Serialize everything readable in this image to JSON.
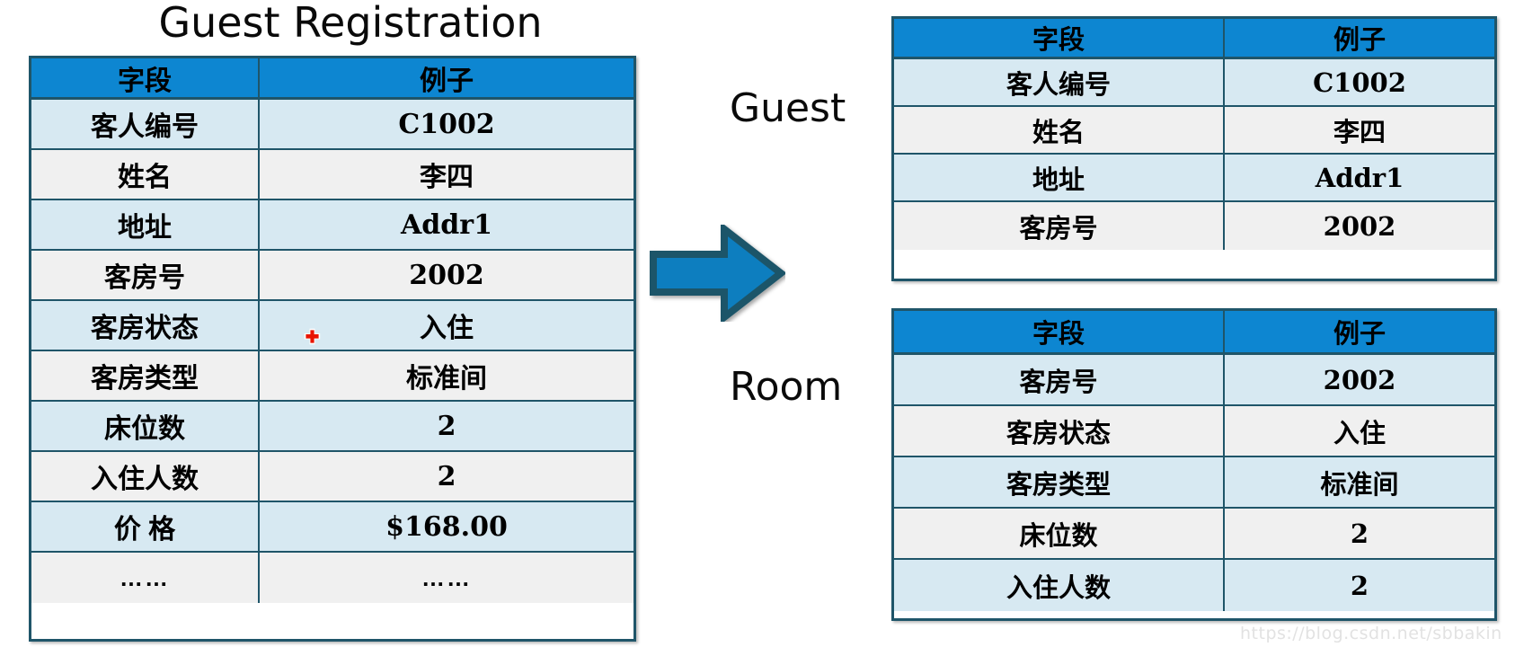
{
  "title": "Guest Registration",
  "colors": {
    "header_blue": "#0D86D1",
    "border_teal": "#1F5569",
    "row_alt": "#D7E9F2",
    "row_plain": "#F0F0F0",
    "arrow_fill": "#0D7EBF",
    "arrow_outline": "#1F5569",
    "marker_red": "#E81400"
  },
  "left_table": {
    "name": "Guest Registration",
    "headers": [
      "字段",
      "例子"
    ],
    "rows": [
      {
        "field": "客人编号",
        "example": "C1002",
        "example_cjk": false
      },
      {
        "field": "姓名",
        "example": "李四",
        "example_cjk": true
      },
      {
        "field": "地址",
        "example": "Addr1",
        "example_cjk": false
      },
      {
        "field": "客房号",
        "example": "2002",
        "example_cjk": false
      },
      {
        "field": "客房状态",
        "example": "入住",
        "example_cjk": true
      },
      {
        "field": "客房类型",
        "example": "标准间",
        "example_cjk": true
      },
      {
        "field": "床位数",
        "example": "2",
        "example_cjk": false
      },
      {
        "field": "入住人数",
        "example": "2",
        "example_cjk": false
      },
      {
        "field": "价 格",
        "example": "$168.00",
        "example_cjk": false
      },
      {
        "field": "……",
        "example": "……",
        "example_cjk": true
      }
    ]
  },
  "middle": {
    "guest_label": "Guest",
    "room_label": "Room",
    "arrow_icon": "arrow-right-icon"
  },
  "guest_table": {
    "name": "Guest",
    "headers": [
      "字段",
      "例子"
    ],
    "rows": [
      {
        "field": "客人编号",
        "example": "C1002",
        "example_cjk": false
      },
      {
        "field": "姓名",
        "example": "李四",
        "example_cjk": true
      },
      {
        "field": "地址",
        "example": "Addr1",
        "example_cjk": false
      },
      {
        "field": "客房号",
        "example": "2002",
        "example_cjk": false
      }
    ]
  },
  "room_table": {
    "name": "Room",
    "headers": [
      "字段",
      "例子"
    ],
    "rows": [
      {
        "field": "客房号",
        "example": "2002",
        "example_cjk": false
      },
      {
        "field": "客房状态",
        "example": "入住",
        "example_cjk": true
      },
      {
        "field": "客房类型",
        "example": "标准间",
        "example_cjk": true
      },
      {
        "field": "床位数",
        "example": "2",
        "example_cjk": false
      },
      {
        "field": "入住人数",
        "example": "2",
        "example_cjk": false
      }
    ]
  },
  "watermark": "https://blog.csdn.net/sbbakin"
}
